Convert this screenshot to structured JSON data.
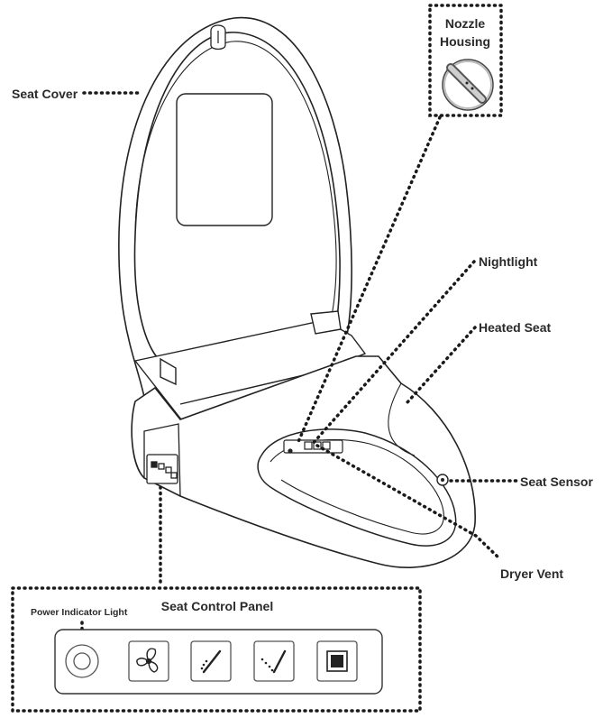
{
  "labels": {
    "seat_cover": "Seat Cover",
    "nozzle_housing_line1": "Nozzle",
    "nozzle_housing_line2": "Housing",
    "nightlight": "Nightlight",
    "heated_seat": "Heated Seat",
    "seat_sensor": "Seat Sensor",
    "dryer_vent": "Dryer Vent",
    "seat_control_panel": "Seat Control Panel",
    "power_indicator_light": "Power Indicator Light"
  },
  "control_panel": {
    "buttons": [
      {
        "icon": "power-indicator-icon"
      },
      {
        "icon": "fan-icon"
      },
      {
        "icon": "front-wash-icon"
      },
      {
        "icon": "rear-wash-icon"
      },
      {
        "icon": "stop-icon"
      }
    ]
  },
  "colors": {
    "line": "#222222",
    "dotted_leader": "#1a1a1a"
  }
}
